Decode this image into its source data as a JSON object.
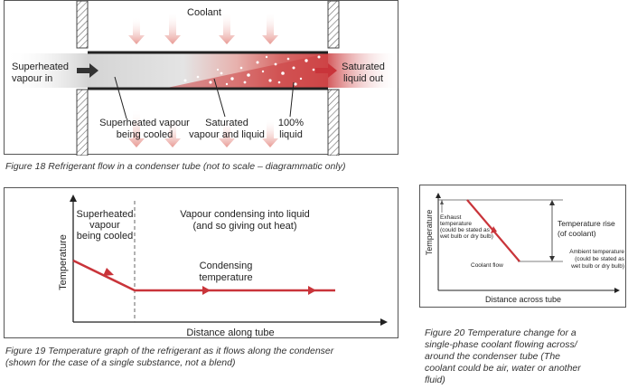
{
  "fig18": {
    "coolant_label": "Coolant",
    "inlet_label_1": "Superheated",
    "inlet_label_2": "vapour in",
    "outlet_label_1": "Saturated",
    "outlet_label_2": "liquid out",
    "zone1_label_1": "Superheated vapour",
    "zone1_label_2": "being cooled",
    "zone2_label_1": "Saturated",
    "zone2_label_2": "vapour and liquid",
    "zone3_label_1": "100%",
    "zone3_label_2": "liquid",
    "caption": "Figure 18  Refrigerant flow in a condenser tube (not to scale – diagrammatic only)",
    "colors": {
      "liquid": "#c9343a",
      "vapour": "#d9d9d9",
      "arrow": "#e8a09a"
    }
  },
  "fig19": {
    "region1_label_1": "Superheated",
    "region1_label_2": "vapour",
    "region1_label_3": "being cooled",
    "region2_label_1": "Vapour condensing into liquid",
    "region2_label_2": "(and so giving out heat)",
    "line_label_1": "Condensing",
    "line_label_2": "temperature",
    "ylabel": "Temperature",
    "xlabel": "Distance along tube",
    "caption_1": "Figure 19  Temperature graph of the refrigerant as it flows along the condenser",
    "caption_2": "(shown for the case of a single substance, not a blend)",
    "line_color": "#c9343a"
  },
  "fig20": {
    "ylabel": "Temperature",
    "xlabel": "Distance across tube",
    "exhaust_1": "Exhaust",
    "exhaust_2": "temperature",
    "exhaust_3": "(could be stated as",
    "exhaust_4": "wet bulb or dry bulb)",
    "rise_1": "Temperature rise",
    "rise_2": "(of coolant)",
    "ambient_1": "Ambient temperature",
    "ambient_2": "(could be stated as",
    "ambient_3": "wet bulb or dry bulb)",
    "flow_label": "Coolant flow",
    "caption_1": "Figure 20  Temperature change for a",
    "caption_2": "single-phase coolant flowing across/",
    "caption_3": "around the condenser tube (The",
    "caption_4": "coolant could be air, water or another",
    "caption_5": "fluid)",
    "line_color": "#c9343a"
  }
}
